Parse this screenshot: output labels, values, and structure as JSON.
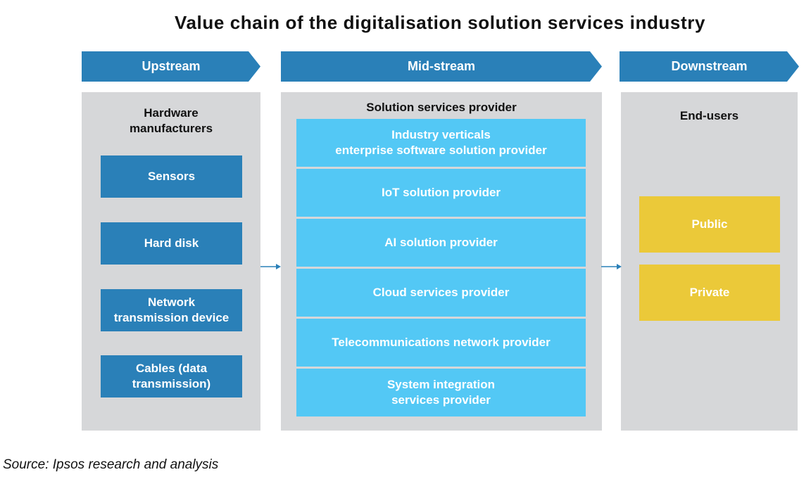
{
  "title": "Value chain of the digitalisation solution services industry",
  "stages": {
    "upstream": "Upstream",
    "midstream": "Mid-stream",
    "downstream": "Downstream"
  },
  "upstream": {
    "heading": "Hardware\nmanufacturers",
    "items": [
      "Sensors",
      "Hard disk",
      "Network\ntransmission device",
      "Cables (data\ntransmission)"
    ]
  },
  "midstream": {
    "heading": "Solution services provider",
    "items": [
      "Industry verticals\nenterprise software solution provider",
      "IoT solution provider",
      "AI solution provider",
      "Cloud services provider",
      "Telecommunications network provider",
      "System integration\nservices provider"
    ]
  },
  "downstream": {
    "heading": "End-users",
    "items": [
      "Public",
      "Private"
    ]
  },
  "source": "Source: Ipsos research and analysis",
  "colors": {
    "stage_blue": "#2a80b8",
    "panel_grey": "#d6d7d9",
    "provider_cyan": "#53c8f5",
    "enduser_yellow": "#ebc939"
  }
}
